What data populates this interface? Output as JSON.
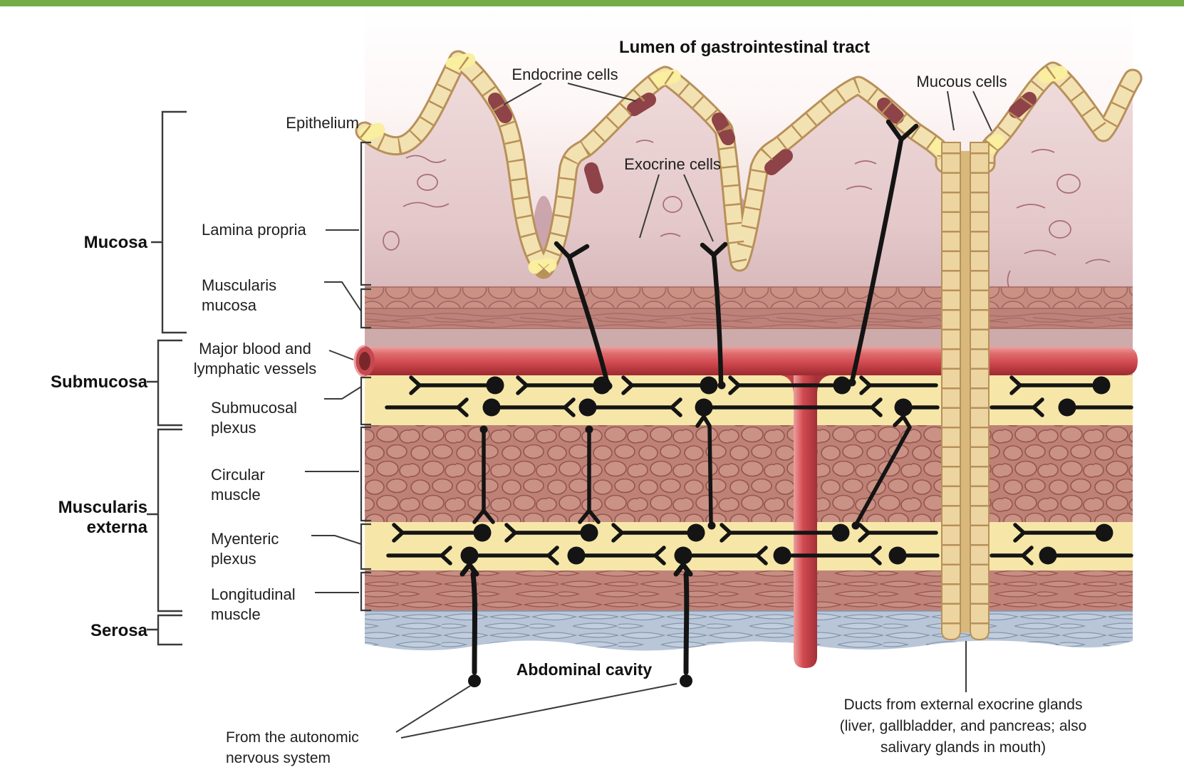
{
  "figure": {
    "title": "Lumen of gastrointestinal tract",
    "annotations": {
      "endocrine_cells": "Endocrine cells",
      "mucous_cells": "Mucous cells",
      "exocrine_cells": "Exocrine cells",
      "abdominal_cavity": "Abdominal cavity",
      "autonomic_source": [
        "From the autonomic",
        "nervous system"
      ],
      "exocrine_ducts": [
        "Ducts from external exocrine glands",
        "(liver, gallbladder, and pancreas; also",
        "salivary glands in mouth)"
      ]
    },
    "layer_groups": {
      "mucosa": "Mucosa",
      "submucosa": "Submucosa",
      "muscularis_externa": [
        "Muscularis",
        "externa"
      ],
      "serosa": "Serosa"
    },
    "layers": {
      "epithelium": "Epithelium",
      "lamina_propria": "Lamina propria",
      "muscularis_mucosa": [
        "Muscularis",
        "mucosa"
      ],
      "major_vessels": [
        "Major blood and",
        "lymphatic vessels"
      ],
      "submucosal_plexus": [
        "Submucosal",
        "plexus"
      ],
      "circular_muscle": [
        "Circular",
        "muscle"
      ],
      "myenteric_plexus": [
        "Myenteric",
        "plexus"
      ],
      "longitudinal_muscle": [
        "Longitudinal",
        "muscle"
      ]
    }
  },
  "colors": {
    "top_bar": "#74ac49",
    "epithelium_cell": "#f3e2b1",
    "epithelium_outline": "#b8905a",
    "bright_cell": "#f9ef9f",
    "endocrine_cell": "#8e4348",
    "lamina_propria": "#e9d2d3",
    "muscularis_mucosa": "#c58c82",
    "submucosa": "#cdabaa",
    "plexus_band": "#f6e7a9",
    "circular_muscle": "#bd8176",
    "longitudinal_muscle": "#c08379",
    "serosa": "#b9c6d7",
    "vessel_red": "#d24a50",
    "duct_wall": "#edd5a1",
    "duct_lumen": "#d8b87b",
    "nerve": "#141414"
  }
}
